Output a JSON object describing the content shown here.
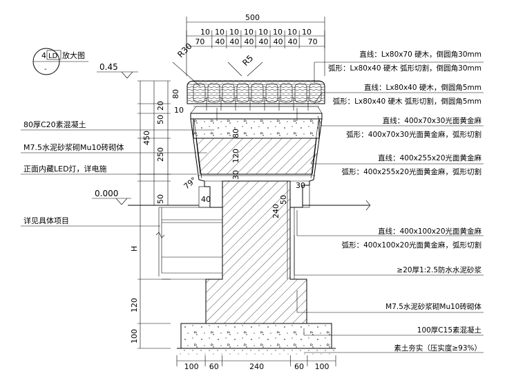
{
  "title_marker": {
    "number": "4",
    "code": "LD",
    "sheet": "-",
    "label": "放大图"
  },
  "dimensions": {
    "top_total": "500",
    "top_segments_upper": [
      "10",
      "10",
      "10",
      "10",
      "10",
      "10",
      "10",
      "10"
    ],
    "top_segments_lower": [
      "70",
      "40",
      "40",
      "40",
      "40",
      "40",
      "40",
      "70"
    ],
    "left_upper": [
      "80",
      "20",
      "50",
      "80",
      "120",
      "30"
    ],
    "left_outer": [
      "250",
      "450"
    ],
    "left_lower": [
      "50",
      "H",
      "120",
      "100"
    ],
    "bottom": [
      "100",
      "60",
      "240",
      "60",
      "100"
    ],
    "inner_small": [
      "10",
      "40",
      "30",
      "240",
      "50",
      "30"
    ],
    "radius": [
      "R30",
      "R5"
    ],
    "angle": "79°"
  },
  "elevations": {
    "top": "0.45",
    "ground": "0.000"
  },
  "labels_left": [
    "80厚C20素混凝土",
    "M7.5水泥砂浆砌Mu10砖砌体",
    "正面内藏LED灯，详电施",
    "详见具体项目"
  ],
  "labels_right": [
    "直线：Lx80x70  硬木，倒圆角30mm",
    "弧形：Lx80x40  硬木  弧形切割，倒圆角30mm",
    "直线：Lx80x40  硬木，倒圆角5mm",
    "弧形：Lx80x40  硬木  弧形切割，倒圆角5mm",
    "直线：400x70x30光面黄金麻",
    "弧形：400x70x30光面黄金麻，弧形切割",
    "直线：400x255x20光面黄金麻",
    "弧形：400x255x20光面黄金麻，弧形切割",
    "直线：400x100x20光面黄金麻",
    "弧形：400x100x20光面黄金麻，弧形切割",
    "≥20厚1:2.5防水水泥砂浆",
    "M7.5水泥砂浆砌Mu10砖砌体",
    "100厚C15素混凝土",
    "素土夯实（压实度≥93%）"
  ]
}
